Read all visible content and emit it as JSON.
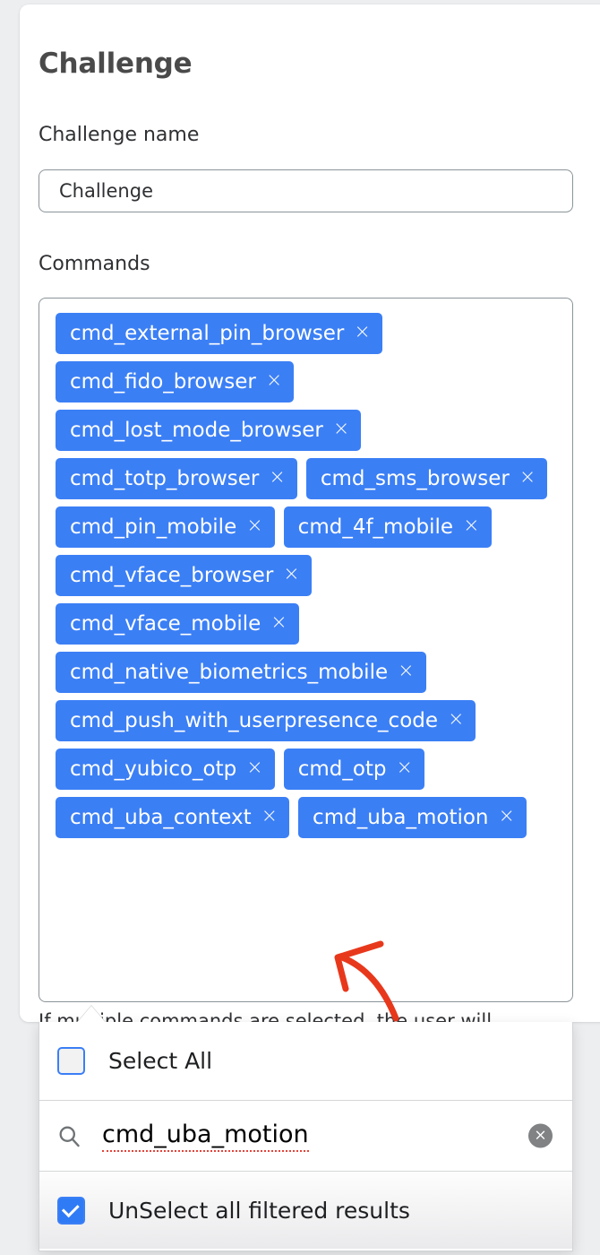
{
  "page": {
    "title": "Challenge",
    "background_color": "#eceef0",
    "card_color": "#ffffff",
    "accent_color": "#3b7ff5",
    "annotation_color": "#e8381c"
  },
  "form": {
    "challenge_name": {
      "label": "Challenge name",
      "value": "Challenge",
      "placeholder": "Challenge"
    },
    "commands": {
      "label": "Commands",
      "helper_text": "If multiple commands are selected, the user will",
      "remove_glyph": "×",
      "chips": [
        {
          "label": "cmd_external_pin_browser"
        },
        {
          "label": "cmd_fido_browser"
        },
        {
          "label": "cmd_lost_mode_browser"
        },
        {
          "label": "cmd_totp_browser"
        },
        {
          "label": "cmd_sms_browser"
        },
        {
          "label": "cmd_pin_mobile"
        },
        {
          "label": "cmd_4f_mobile"
        },
        {
          "label": "cmd_vface_browser"
        },
        {
          "label": "cmd_vface_mobile"
        },
        {
          "label": "cmd_native_biometrics_mobile"
        },
        {
          "label": "cmd_push_with_userpresence_code"
        },
        {
          "label": "cmd_yubico_otp"
        },
        {
          "label": "cmd_otp"
        },
        {
          "label": "cmd_uba_context"
        },
        {
          "label": "cmd_uba_motion"
        }
      ]
    }
  },
  "dropdown": {
    "select_all": {
      "label": "Select All",
      "checked": false
    },
    "search": {
      "value": "cmd_uba_motion",
      "placeholder": "",
      "icon": "search-icon",
      "clear_glyph": "×"
    },
    "unselect_filtered": {
      "label": "UnSelect all filtered results",
      "checked": true
    }
  }
}
